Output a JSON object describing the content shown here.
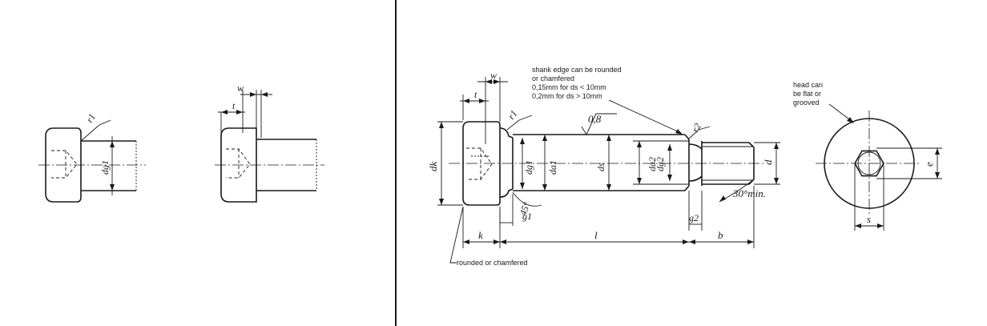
{
  "detail_left": {
    "labels": {
      "r1": "r1",
      "dg1": "dg1"
    }
  },
  "detail_mid": {
    "labels": {
      "w": "w",
      "t": "t"
    }
  },
  "main_view": {
    "labels": {
      "w": "w",
      "t": "t",
      "r1": "r1",
      "r2": "r2",
      "dk": "dk",
      "dg1": "dg1",
      "da1": "da1",
      "ds": "ds",
      "da2": "da2",
      "dg2": "dg2",
      "d": "d",
      "g1": "g1",
      "g2": "g2",
      "k": "k",
      "l": "l",
      "b": "b",
      "angle45": "45°",
      "angle30": "30°min.",
      "surface": "0,8"
    },
    "notes": {
      "shank_line1": "shank edge can be rounded",
      "shank_line2": "or chamfered",
      "shank_line3": "0,15mm for ds < 10mm",
      "shank_line4": "0,2mm for ds > 10mm",
      "rounded": "rounded or chamfered"
    }
  },
  "end_view": {
    "labels": {
      "e": "e",
      "s": "s"
    },
    "notes": {
      "line1": "head can",
      "line2": "be flat or",
      "line3": "grooved"
    }
  }
}
